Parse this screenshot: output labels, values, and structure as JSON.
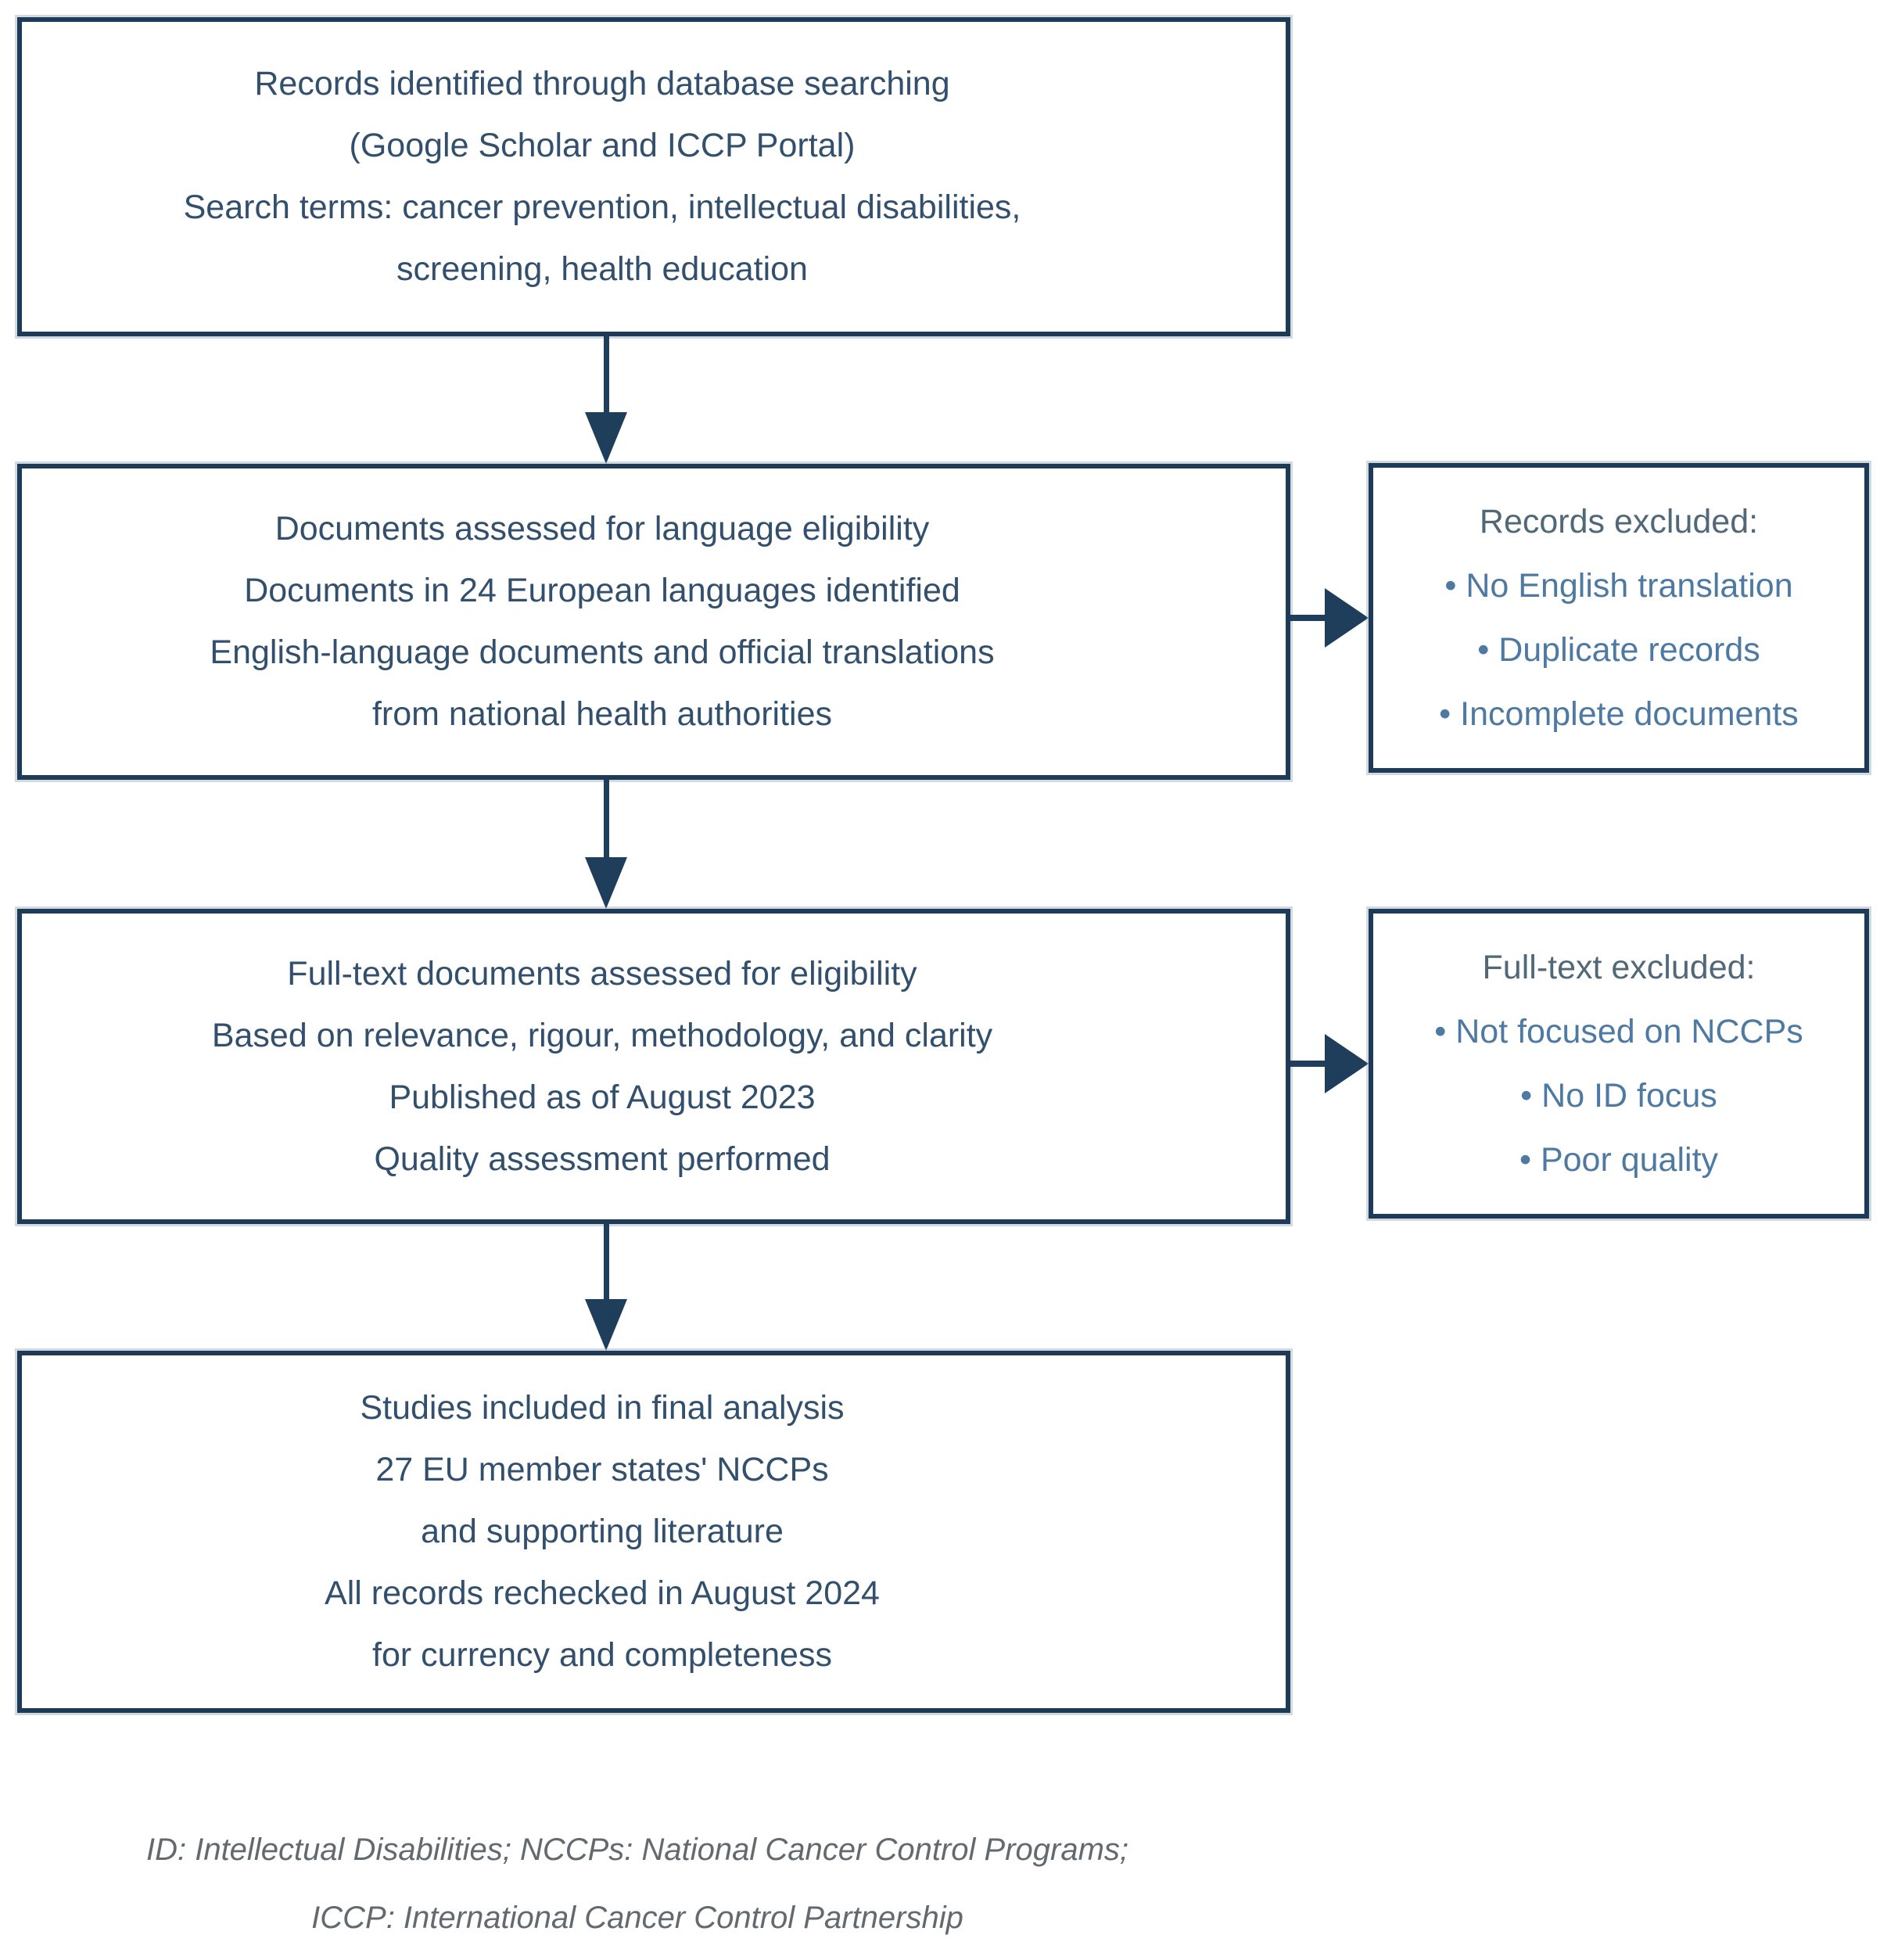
{
  "figure_type": "study-selection-flow-diagram",
  "colors": {
    "background": "#ffffff",
    "border_color": "#1d3a57",
    "box_text": "#32506e",
    "exclusion_title": "#516879",
    "exclusion_item": "#4d79a3",
    "arrow_color": "#1f3e5c",
    "footnote_color": "#62696f"
  },
  "main_boxes": [
    {
      "id": "records-identified",
      "lines": [
        "Records identified through database searching",
        "(Google Scholar and ICCP Portal)",
        "Search terms: cancer prevention, intellectual disabilities,",
        "screening, health education"
      ]
    },
    {
      "id": "language-eligibility",
      "lines": [
        "Documents assessed for language eligibility",
        "Documents in 24 European languages identified",
        "English-language documents and official translations",
        "from national health authorities"
      ]
    },
    {
      "id": "fulltext-eligibility",
      "lines": [
        "Full-text documents assessed for eligibility",
        "Based on relevance, rigour, methodology, and clarity",
        "Published as of August 2023",
        "Quality assessment performed"
      ]
    },
    {
      "id": "studies-included",
      "lines": [
        "Studies included in final analysis",
        "27 EU member states' NCCPs",
        "and supporting literature",
        "All records rechecked in August 2024",
        "for currency and completeness"
      ]
    }
  ],
  "exclusion_boxes": [
    {
      "id": "records-excluded",
      "title": "Records excluded:",
      "items": [
        "• No English translation",
        "• Duplicate records",
        "• Incomplete documents"
      ]
    },
    {
      "id": "fulltext-excluded",
      "title": "Full-text excluded:",
      "items": [
        "• Not focused on NCCPs",
        "• No ID focus",
        "• Poor quality"
      ]
    }
  ],
  "footnote_lines": [
    "ID: Intellectual Disabilities; NCCPs: National Cancer Control Programs;",
    "ICCP: International Cancer Control Partnership"
  ]
}
